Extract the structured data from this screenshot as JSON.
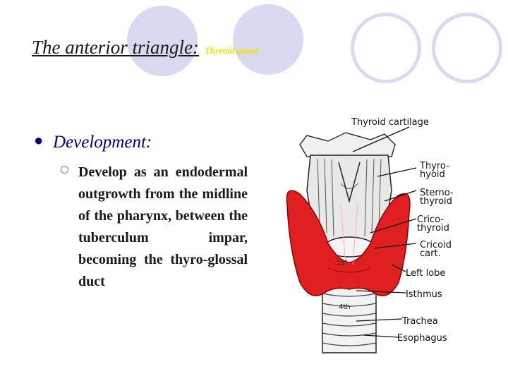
{
  "slide": {
    "title": "The anterior triangle:",
    "title_suffix": "Thyroid gland",
    "heading": "Development:",
    "body": "Develop as an endodermal outgrowth from the midline of the pharynx, between the tuberculum impar, becoming the thyro-glossal duct"
  },
  "figure": {
    "labels": {
      "thyroid_cartilage": "Thyroid cartilage",
      "thyrohyoid": "Thyro-\nhyoid",
      "sternothyroid": "Sterno-\nthyroid",
      "cricothyroid": "Crico-\nthyroid",
      "cricoid_cart": "Cricoid\ncart.",
      "left_lobe": "Left lobe",
      "isthmus": "Isthmus",
      "trachea": "Trachea",
      "esophagus": "Esophagus"
    },
    "markers": {
      "first_ring": "1st",
      "fourth_ring": "4th"
    }
  },
  "colors": {
    "title_suffix": "#e6e600",
    "heading": "#000080",
    "gland": "#e02020",
    "decoration": "#d9d9f2"
  }
}
